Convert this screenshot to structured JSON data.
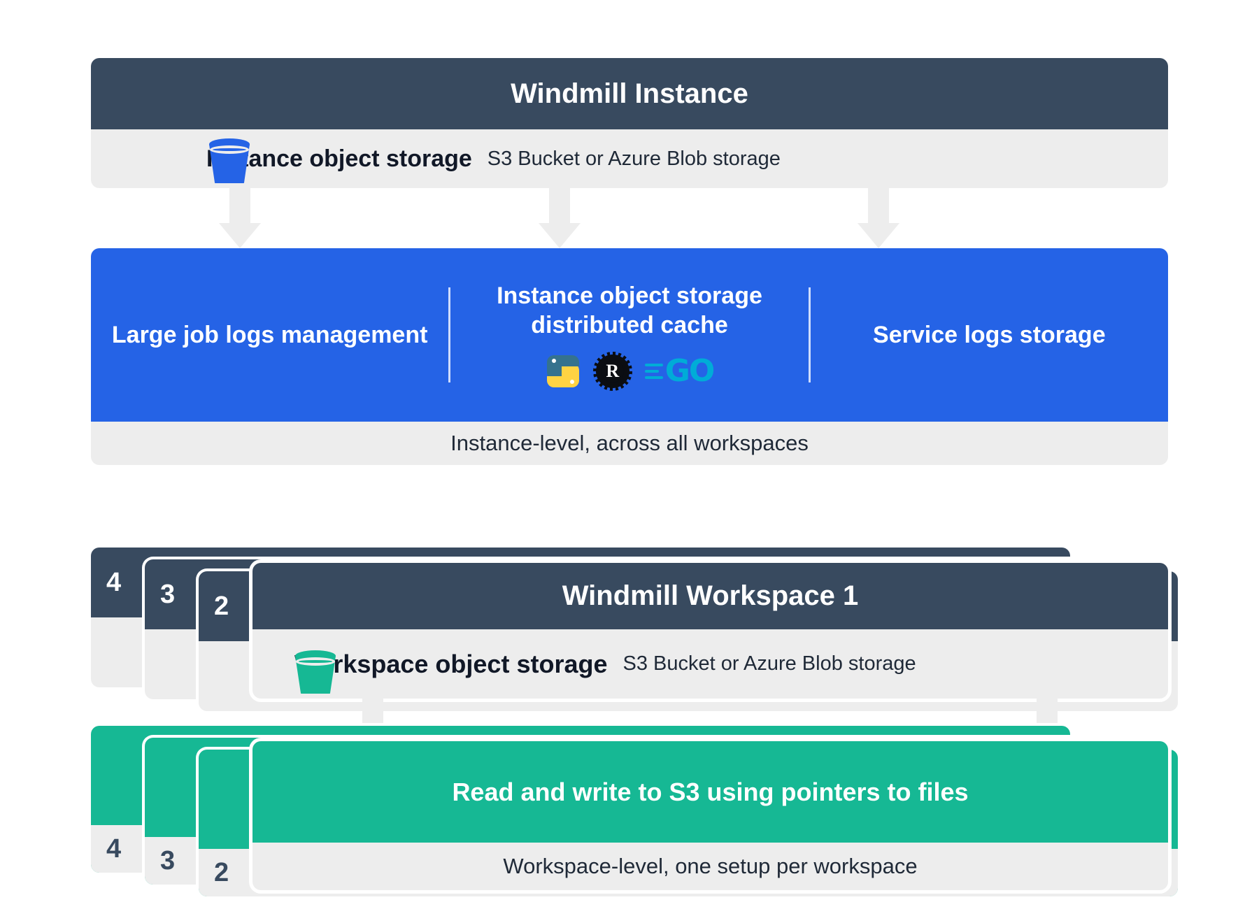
{
  "instance": {
    "title": "Windmill Instance",
    "storage": {
      "icon": "bucket-icon",
      "label": "Instance object storage",
      "detail": "S3 Bucket or Azure Blob storage"
    },
    "capabilities": [
      {
        "title": "Large job logs management"
      },
      {
        "title": "Instance object storage distributed cache",
        "languages": [
          "python-icon",
          "rust-icon",
          "go-icon"
        ]
      },
      {
        "title": "Service logs storage"
      }
    ],
    "footnote": "Instance-level, across all workspaces"
  },
  "workspaces": {
    "stack_labels": [
      "4",
      "3",
      "2"
    ],
    "title": "Windmill Workspace 1",
    "storage": {
      "icon": "bucket-icon",
      "label": "Workspace object storage",
      "detail": "S3 Bucket or Azure Blob storage"
    },
    "band_title": "Read and write to S3 using pointers to files",
    "footnote": "Workspace-level, one setup per workspace",
    "green_stack_labels": [
      "4",
      "3",
      "2"
    ]
  },
  "colors": {
    "navy": "#384a5f",
    "blue": "#2563e6",
    "green": "#16b894",
    "gray": "#ededed",
    "white": "#ffffff"
  },
  "icons": {
    "python_label": "Python",
    "rust_label": "Rust",
    "go_label": "GO"
  }
}
